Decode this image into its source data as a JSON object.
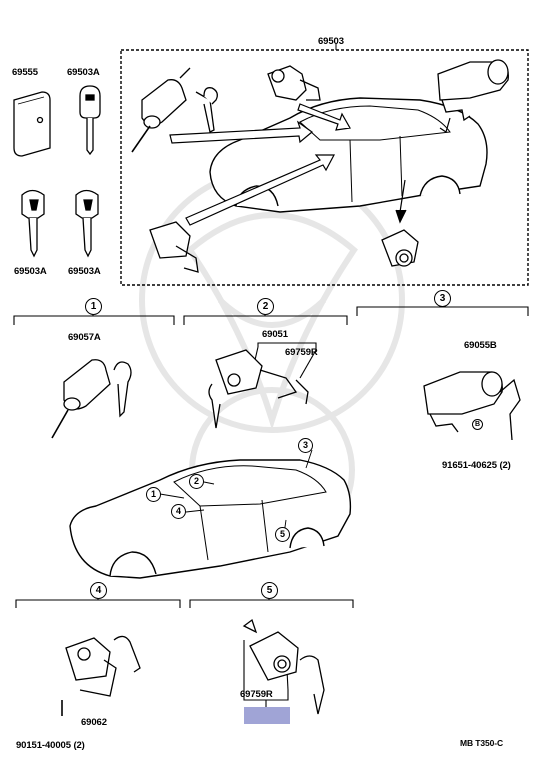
{
  "parts": {
    "p69503": "69503",
    "p69555": "69555",
    "p69503A_top": "69503A",
    "p69503A_left": "69503A",
    "p69503A_right": "69503A",
    "p69057A": "69057A",
    "p69051": "69051",
    "p69759R_mid": "69759R",
    "p69055B": "69055B",
    "p91651": "91651-40625 (2)",
    "p69062": "69062",
    "p90151": "90151-40005 (2)",
    "p69759R_bottom": "69759R"
  },
  "callouts": {
    "c1": "1",
    "c2": "2",
    "c3": "3",
    "c4": "4",
    "c5": "5",
    "b": "B"
  },
  "footer": {
    "code": "MB T350-C"
  },
  "colors": {
    "highlight": "#a0a4d6",
    "ink": "#000000"
  }
}
